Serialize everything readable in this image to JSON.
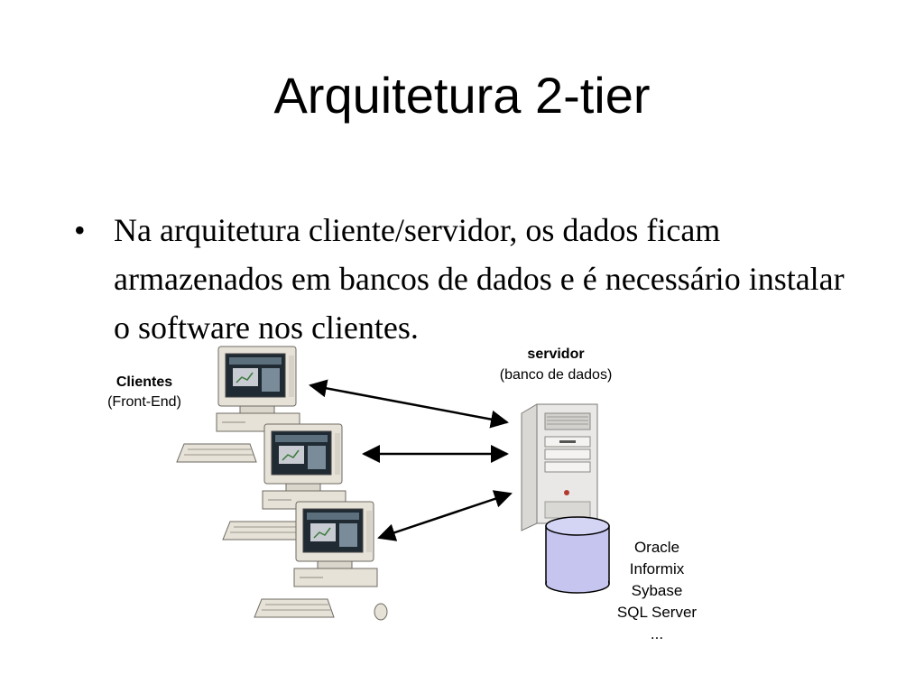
{
  "title": "Arquitetura 2-tier",
  "bullets": [
    "Na arquitetura cliente/servidor, os dados ficam armazenados em bancos de dados e é necessário instalar o software nos clientes."
  ],
  "bullet_symbol": "•",
  "diagram": {
    "clients_label": "Clientes",
    "clients_sublabel": "(Front-End)",
    "server_label": "servidor",
    "server_sublabel": "(banco de dados)",
    "databases": [
      "Oracle",
      "Informix",
      "Sybase",
      "SQL Server",
      "..."
    ]
  },
  "colors": {
    "computer_beige": "#e6e2d8",
    "screen_dark": "#1f2a33",
    "database_fill": "#c5c5ef",
    "server_light": "#e9e8e6"
  }
}
